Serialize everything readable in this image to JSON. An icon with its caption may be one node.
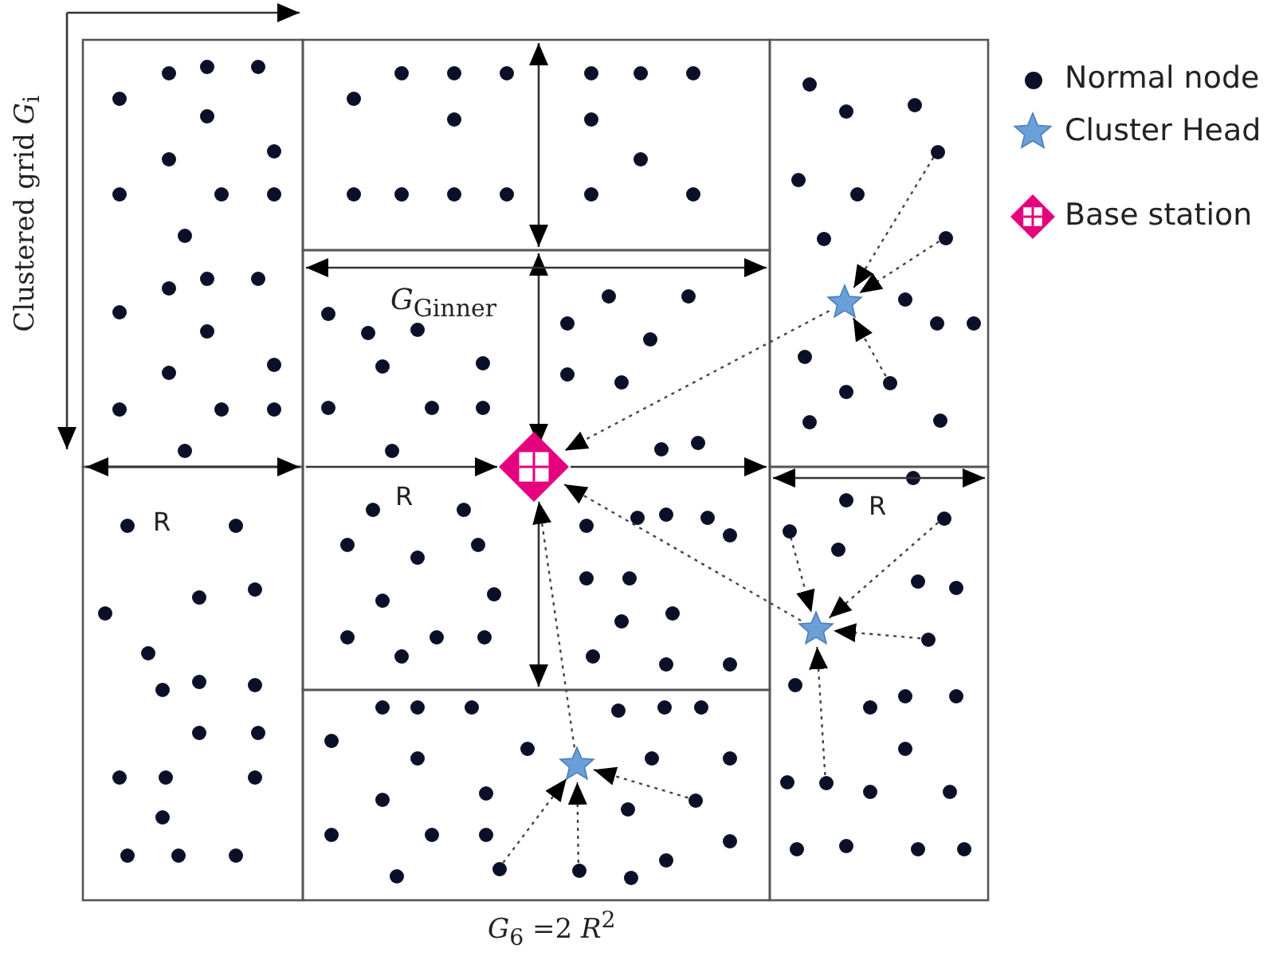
{
  "diagram": {
    "nodes": [
      {
        "text": [],
        "shape": "diamond"
      },
      {
        "text": [],
        "shape": "star"
      },
      {
        "text": [],
        "shape": "star"
      },
      {
        "text": [],
        "shape": "star"
      },
      {
        "text": [],
        "shape": "circle"
      },
      {
        "text": [],
        "shape": "circle"
      },
      {
        "text": [],
        "shape": "circle"
      },
      {
        "text": [],
        "shape": "circle"
      },
      {
        "text": [],
        "shape": "circle"
      },
      {
        "text": [],
        "shape": "circle"
      },
      {
        "text": [],
        "shape": "circle"
      },
      {
        "text": [],
        "shape": "circle"
      },
      {
        "text": [],
        "shape": "circle"
      },
      {
        "text": [],
        "shape": "circle"
      }
    ],
    "edges": [
      {
        "from": 4,
        "to": 1,
        "arrow": "to",
        "style": "dashed"
      },
      {
        "from": 5,
        "to": 1,
        "arrow": "to",
        "style": "dashed"
      },
      {
        "from": 6,
        "to": 1,
        "arrow": "to",
        "style": "dashed"
      },
      {
        "from": 1,
        "to": 0,
        "arrow": "to",
        "style": "dashed"
      },
      {
        "from": 7,
        "to": 2,
        "arrow": "to",
        "style": "dashed"
      },
      {
        "from": 8,
        "to": 2,
        "arrow": "to",
        "style": "dashed"
      },
      {
        "from": 9,
        "to": 2,
        "arrow": "to",
        "style": "dashed"
      },
      {
        "from": 10,
        "to": 2,
        "arrow": "to",
        "style": "dashed"
      },
      {
        "from": 2,
        "to": 0,
        "arrow": "to",
        "style": "dashed"
      },
      {
        "from": 11,
        "to": 3,
        "arrow": "to",
        "style": "dashed"
      },
      {
        "from": 12,
        "to": 3,
        "arrow": "to",
        "style": "dashed"
      },
      {
        "from": 13,
        "to": 3,
        "arrow": "to",
        "style": "dashed"
      },
      {
        "from": 3,
        "to": 0,
        "arrow": "to",
        "style": "dashed"
      }
    ],
    "labels": [
      "Clustered grid *G*$_{i}$",
      "*G*$_{Ginner}$",
      "R",
      "R",
      "R",
      "*G*$_{6}$ =2 *R*$^{2}$"
    ],
    "legend": [
      {
        "text": "Normal node"
      },
      {
        "text": "Cluster Head"
      },
      {
        "text": "Base station"
      }
    ]
  }
}
